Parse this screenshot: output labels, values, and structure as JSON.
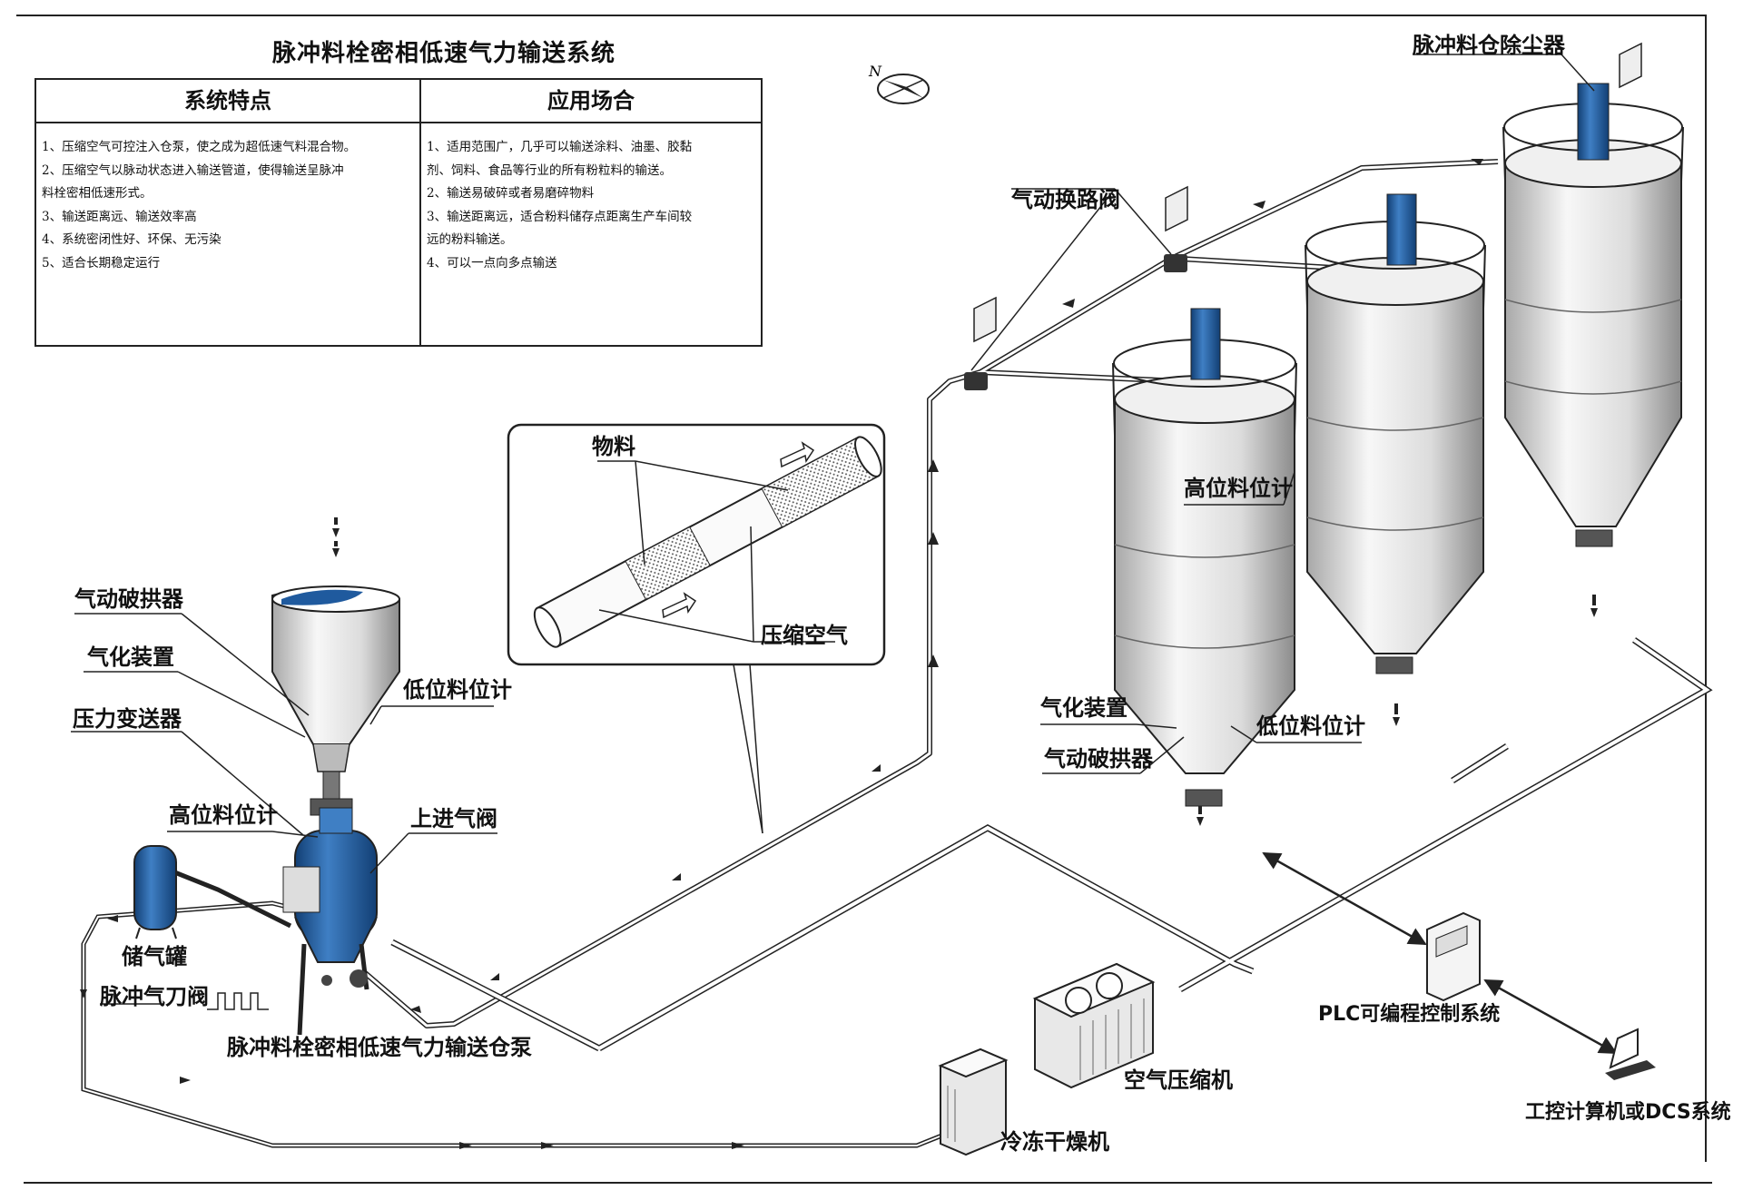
{
  "title": "脉冲料栓密相低速气力输送系统",
  "table": {
    "features_header": "系统特点",
    "features": [
      "1、压缩空气可控注入仓泵，使之成为超低速气料混合物。",
      "2、压缩空气以脉动状态进入输送管道，使得输送呈脉冲",
      "料栓密相低速形式。",
      "3、输送距离远、输送效率高",
      "4、系统密闭性好、环保、无污染",
      "5、适合长期稳定运行"
    ],
    "applications_header": "应用场合",
    "applications": [
      "1、适用范围广，几乎可以输送涂料、油墨、胶黏",
      "剂、饲料、食品等行业的所有粉粒料的输送。",
      "2、输送易破碎或者易磨碎物料",
      "3、输送距离远，适合粉料储存点距离生产车间较",
      "远的粉料输送。",
      "4、可以一点向多点输送"
    ]
  },
  "compass": "N",
  "labels": {
    "dust_collector": "脉冲料仓除尘器",
    "switch_valve": "气动换路阀",
    "material": "物料",
    "compressed_air": "压缩空气",
    "arch_breaker_left": "气动破拱器",
    "aerator_left": "气化装置",
    "pressure_transmitter": "压力变送器",
    "low_level_left": "低位料位计",
    "high_level_left": "高位料位计",
    "upper_inlet_valve": "上进气阀",
    "air_tank": "储气罐",
    "pulse_air_knife": "脉冲气刀阀",
    "pump": "脉冲料栓密相低速气力输送仓泵",
    "high_level_right": "高位料位计",
    "aerator_right": "气化装置",
    "arch_breaker_right": "气动破拱器",
    "low_level_right": "低位料位计",
    "plc": "PLC可编程控制系统",
    "compressor": "空气压缩机",
    "dryer": "冷冻干燥机",
    "dcs": "工控计算机或DCS系统"
  },
  "colors": {
    "line": "#222222",
    "blue": "#1f5a9e",
    "blue_light": "#3f7fc4",
    "steel_dark": "#9a9a9a",
    "steel_light": "#f2f2f2"
  }
}
